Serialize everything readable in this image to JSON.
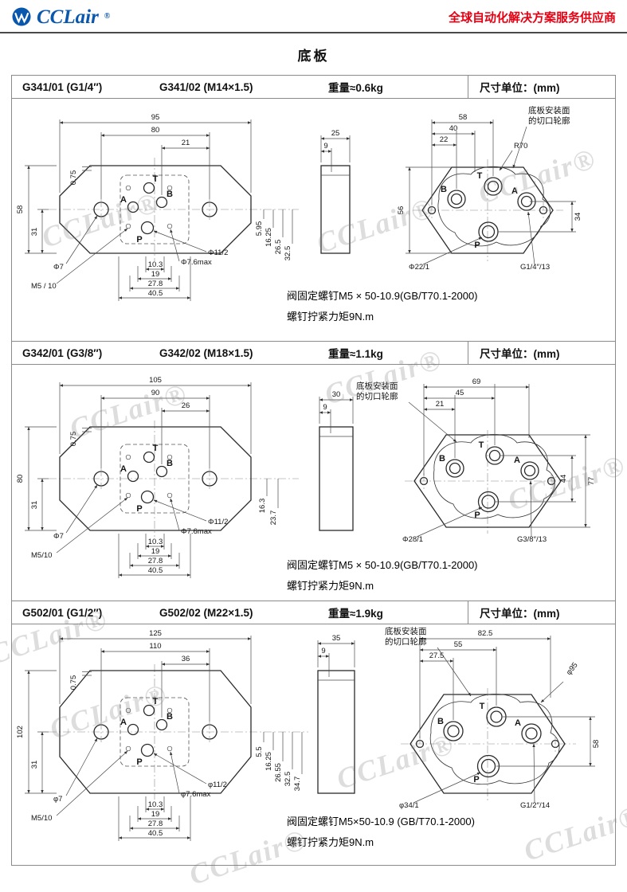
{
  "header": {
    "brand": "CCLair",
    "reg": "®",
    "slogan": "全球自动化解决方案服务供应商"
  },
  "page_title": "底板",
  "watermark": "CCLair®",
  "sections": [
    {
      "title": {
        "m1": "G341/01 (G1/4″)",
        "m2": "G341/02 (M14×1.5)",
        "weight": "重量≈0.6kg",
        "unit": "尺寸单位：(mm)"
      },
      "front": {
        "dim_top": [
          "95",
          "80",
          "21"
        ],
        "dim_left": [
          "58",
          "31",
          "0.75"
        ],
        "dim_right": [
          "5.95",
          "16.25",
          "26.5",
          "32.5"
        ],
        "dim_bottom": [
          "10.3",
          "19",
          "27.8",
          "40.5"
        ],
        "hole": "Φ7",
        "thread": "M5 / 10",
        "hole_max": "Φ7.6max",
        "counterbore": "Φ11/2",
        "ports": {
          "t": "T",
          "a": "A",
          "b": "B",
          "p": "P"
        }
      },
      "side": {
        "dim_w": "25",
        "dim_t": "9"
      },
      "hex": {
        "dim_top": [
          "58",
          "40",
          "22"
        ],
        "contour_mark": "R70",
        "dim_left": "56",
        "dim_right": [
          "34"
        ],
        "port_size": "Φ22/1",
        "thread_size": "G1/4″/13",
        "ports": {
          "b": "B",
          "t": "T",
          "a": "A",
          "p": "P"
        },
        "callout_line1": "底板安装面",
        "callout_line2": "的切口轮廓"
      },
      "notes": [
        "阀固定螺钉M5 × 50-10.9(GB/T70.1-2000)",
        "螺钉拧紧力矩9N.m"
      ]
    },
    {
      "title": {
        "m1": "G342/01 (G3/8″)",
        "m2": "G342/02 (M18×1.5)",
        "weight": "重量≈1.1kg",
        "unit": "尺寸单位：(mm)"
      },
      "front": {
        "dim_top": [
          "105",
          "90",
          "26"
        ],
        "dim_left": [
          "80",
          "31",
          "0.75"
        ],
        "dim_right": [
          "16.3",
          "23.7"
        ],
        "dim_bottom": [
          "10.3",
          "19",
          "27.8",
          "40.5"
        ],
        "hole": "Φ7",
        "thread": "M5/10",
        "hole_max": "Φ7.6max",
        "counterbore": "Φ11/2",
        "ports": {
          "t": "T",
          "a": "A",
          "b": "B",
          "p": "P"
        }
      },
      "side": {
        "dim_w": "30",
        "dim_t": "9"
      },
      "hex": {
        "dim_top": [
          "69",
          "45",
          "21"
        ],
        "dim_right": [
          "44",
          "77"
        ],
        "port_size": "Φ28/1",
        "thread_size": "G3/8″/13",
        "ports": {
          "b": "B",
          "t": "T",
          "a": "A",
          "p": "P"
        },
        "callout_line1": "底板安装面",
        "callout_line2": "的切口轮廓"
      },
      "notes": [
        "阀固定螺钉M5 × 50-10.9(GB/T70.1-2000)",
        "螺钉拧紧力矩9N.m"
      ]
    },
    {
      "title": {
        "m1": "G502/01 (G1/2″)",
        "m2": "G502/02 (M22×1.5)",
        "weight": "重量≈1.9kg",
        "unit": "尺寸单位：(mm)"
      },
      "front": {
        "dim_top": [
          "125",
          "110",
          "36"
        ],
        "dim_left": [
          "102",
          "31",
          "0.75"
        ],
        "dim_right": [
          "5.5",
          "16.25",
          "26.55",
          "32.5",
          "34.7"
        ],
        "dim_bottom": [
          "10.3",
          "19",
          "27.8",
          "40.5"
        ],
        "hole": "φ7",
        "thread": "M5/10",
        "hole_max": "φ7.6max",
        "counterbore": "φ11/2",
        "ports": {
          "t": "T",
          "a": "A",
          "b": "B",
          "p": "P"
        }
      },
      "side": {
        "dim_w": "35",
        "dim_t": "9"
      },
      "hex": {
        "dim_top": [
          "82.5",
          "55",
          "27.5"
        ],
        "contour_mark": "φ95",
        "dim_right": [
          "58"
        ],
        "port_size": "φ34/1",
        "thread_size": "G1/2″/14",
        "ports": {
          "b": "B",
          "t": "T",
          "a": "A",
          "p": "P"
        },
        "callout_line1": "底板安装面",
        "callout_line2": "的切口轮廓"
      },
      "notes": [
        "阀固定螺钉M5×50-10.9 (GB/T70.1-2000)",
        "螺钉拧紧力矩9N.m"
      ]
    }
  ]
}
